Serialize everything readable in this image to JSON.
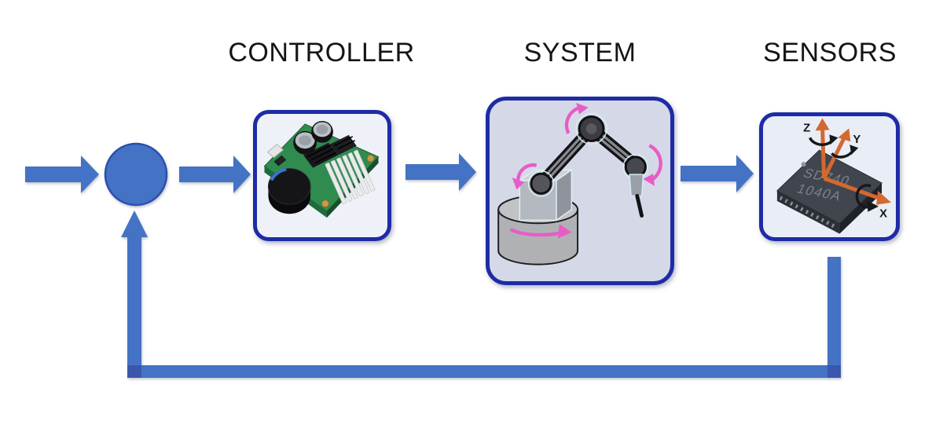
{
  "labels": {
    "controller": "CONTROLLER",
    "system": "SYSTEM",
    "sensors": "SENSORS"
  },
  "sensor_chip": {
    "marking_line1": "SD740",
    "marking_line2": "1040A",
    "axis_z": "Z",
    "axis_y": "Y",
    "axis_x": "X"
  },
  "illustrations": {
    "controller": "dc-motor-speed-controller-board",
    "system": "robot-arm-with-rotation-arrows",
    "sensors": "imu-chip-with-xyz-axes"
  },
  "colors": {
    "arrow_blue": "#4472c4",
    "arrow_blue_dark": "#2b4fae",
    "box_border": "#1e2ba6",
    "controller_fill": "#eef1f8",
    "system_fill": "#d5d9e7",
    "sensors_fill": "#e9edf6",
    "rotation_pink": "#e85cc6",
    "axis_orange": "#d4682f",
    "label_text": "#151515",
    "pcb_green": "#2f8c4e"
  }
}
